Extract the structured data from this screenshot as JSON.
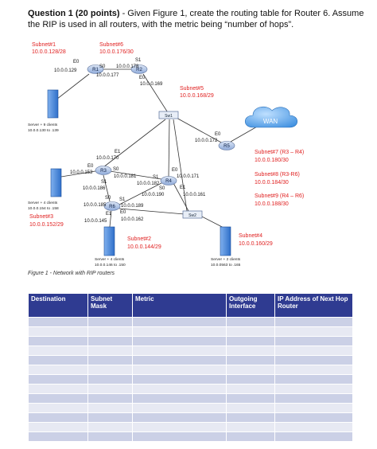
{
  "question": {
    "title": "Question 1 (20 points)",
    "text": " -  Given Figure 1, create the routing table for Router 6. Assume the RIP is used in all routers, with the metric being “number of hops”."
  },
  "figure": {
    "caption": "Figure 1 - Network with RIP routers",
    "routers": [
      {
        "id": "r1",
        "label": "R1"
      },
      {
        "id": "r2",
        "label": "R2"
      },
      {
        "id": "r3",
        "label": "R3"
      },
      {
        "id": "r4",
        "label": "R4"
      },
      {
        "id": "r5",
        "label": "R5"
      },
      {
        "id": "r6",
        "label": "R6"
      }
    ],
    "switches": [
      {
        "id": "sw1",
        "label": "Sw1"
      },
      {
        "id": "sw2",
        "label": "Sw2"
      }
    ],
    "cloud": {
      "label": "WAN"
    },
    "servers": [
      {
        "id": "srv1",
        "lines": [
          "Server + 9 clients",
          "10.0.0.130 to .139"
        ]
      },
      {
        "id": "srv3",
        "lines": [
          "Server + 4 clients",
          "10.0.0.154 to .158"
        ]
      },
      {
        "id": "srv2",
        "lines": [
          "Server + 4 clients",
          "10.0.0.146 to .150"
        ]
      },
      {
        "id": "srv4",
        "lines": [
          "Server + 2 clients",
          "10.0.0563 to .165"
        ]
      }
    ],
    "subnets": [
      {
        "id": "s1",
        "lines": [
          "Subnet#1",
          "10.0.0.128/28"
        ]
      },
      {
        "id": "s6",
        "lines": [
          "Subnet#6",
          "10.0.0.176/30"
        ]
      },
      {
        "id": "s5",
        "lines": [
          "Subnet#5",
          "10.0.0.168/29"
        ]
      },
      {
        "id": "s7",
        "lines": [
          "Subnet#7 (R3 – R4)",
          "10.0.0.180/30"
        ]
      },
      {
        "id": "s8",
        "lines": [
          "Subnet#8 (R3-R6)",
          "10.0.0.184/30"
        ]
      },
      {
        "id": "s9",
        "lines": [
          "Subnet#9 (R4 – R6)",
          "10.0.0.188/30"
        ]
      },
      {
        "id": "s3",
        "lines": [
          "Subnet#3",
          "10.0.0.152/29"
        ]
      },
      {
        "id": "s2",
        "lines": [
          "Subnet#2",
          "10.0.0.144/29"
        ]
      },
      {
        "id": "s4",
        "lines": [
          "Subnet#4",
          "10.0.0.160/29"
        ]
      }
    ],
    "interface_labels": [
      {
        "id": "l1",
        "text": "E0"
      },
      {
        "id": "l2",
        "text": "10.0.0.129"
      },
      {
        "id": "l3",
        "text": "S0"
      },
      {
        "id": "l4",
        "text": "10.0.0.177"
      },
      {
        "id": "l5",
        "text": "S1"
      },
      {
        "id": "l6",
        "text": "10.0.0.178"
      },
      {
        "id": "l7",
        "text": "E0"
      },
      {
        "id": "l8",
        "text": "10.0.0.169"
      },
      {
        "id": "l9",
        "text": "E0"
      },
      {
        "id": "l10",
        "text": "10.0.0.172"
      },
      {
        "id": "l11",
        "text": "E1"
      },
      {
        "id": "l12",
        "text": "10.0.0.170"
      },
      {
        "id": "l13",
        "text": "E0"
      },
      {
        "id": "l14",
        "text": "10.0.0.153"
      },
      {
        "id": "l15",
        "text": "S0"
      },
      {
        "id": "l16",
        "text": "10.0.0.181"
      },
      {
        "id": "l17",
        "text": "S1"
      },
      {
        "id": "l18",
        "text": "10.0.0.186"
      },
      {
        "id": "l19",
        "text": "S1"
      },
      {
        "id": "l20",
        "text": "10.0.0.182"
      },
      {
        "id": "l21",
        "text": "E0"
      },
      {
        "id": "l22",
        "text": "10.0.0.171"
      },
      {
        "id": "l23",
        "text": "S0"
      },
      {
        "id": "l24",
        "text": "10.0.0.190"
      },
      {
        "id": "l25",
        "text": "E1"
      },
      {
        "id": "l26",
        "text": "10.0.0.161"
      },
      {
        "id": "l27",
        "text": "S0"
      },
      {
        "id": "l28",
        "text": "10.0.0.185"
      },
      {
        "id": "l29",
        "text": "S1"
      },
      {
        "id": "l30",
        "text": "10.0.0.189"
      },
      {
        "id": "l31",
        "text": "E1"
      },
      {
        "id": "l32",
        "text": "10.0.0.145"
      },
      {
        "id": "l33",
        "text": "E0"
      },
      {
        "id": "l34",
        "text": "10.0.0.162"
      }
    ]
  },
  "table": {
    "headers": [
      "Destination",
      "Subnet Mask",
      "Metric",
      "Outgoing Interface",
      "IP Address of Next Hop Router"
    ],
    "empty_rows": 13
  },
  "colors": {
    "subnet_text": "#e02020",
    "router_fill": "#a9bfe3",
    "device_fill": "#4a86d8",
    "header_fill": "#2f3b91",
    "row_odd": "#cbd0e6",
    "row_even": "#e7e9f3"
  }
}
